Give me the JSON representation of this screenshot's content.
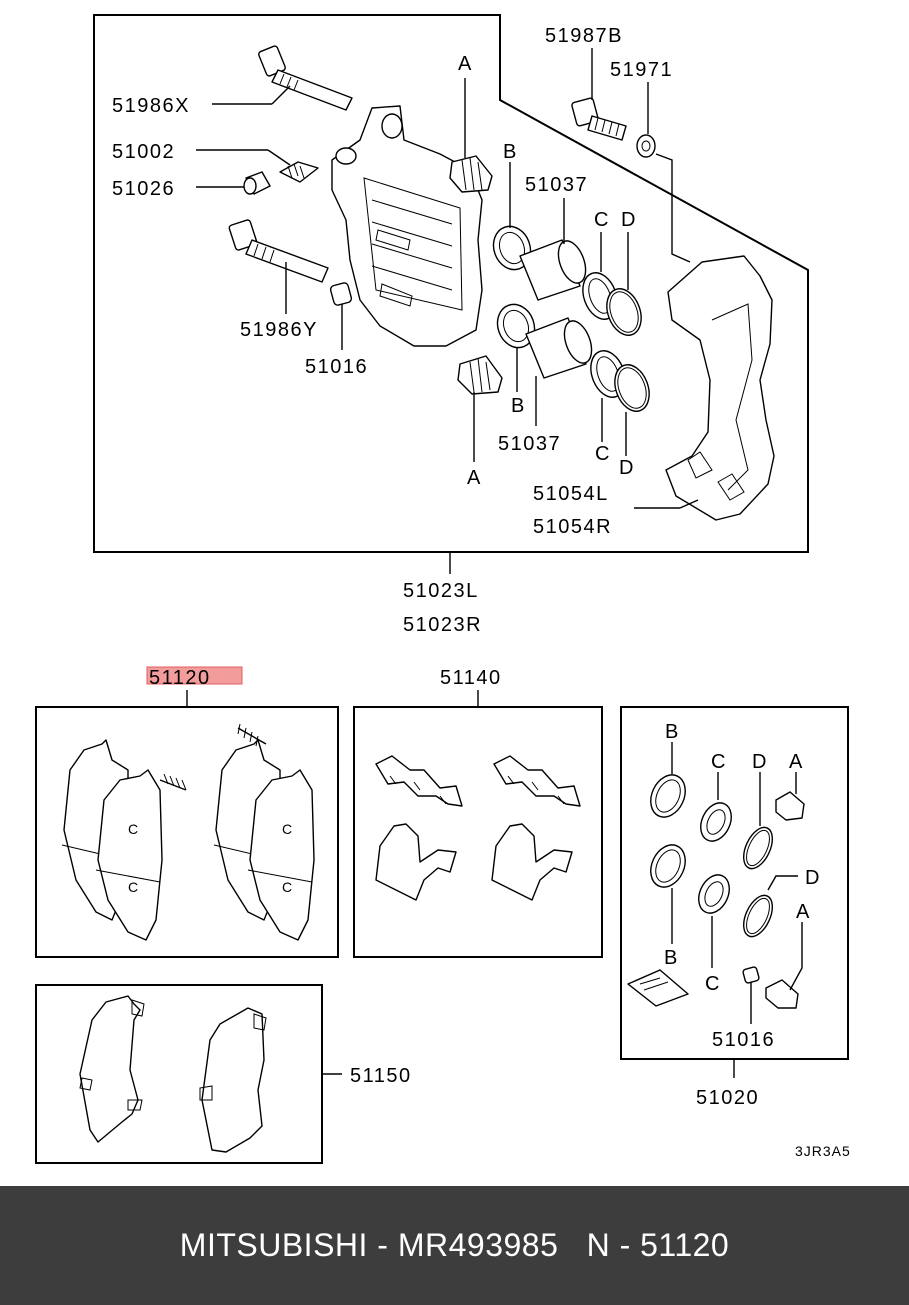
{
  "labels": {
    "l51987B": "51987B",
    "l51971": "51971",
    "l51986X": "51986X",
    "l51002": "51002",
    "l51026": "51026",
    "l51986Y": "51986Y",
    "l51016top": "51016",
    "l51037a": "51037",
    "l51037b": "51037",
    "l51054L": "51054L",
    "l51054R": "51054R",
    "l51023L": "51023L",
    "l51023R": "51023R",
    "l51120": "51120",
    "l51140": "51140",
    "l51150": "51150",
    "l51016kit": "51016",
    "l51020": "51020",
    "ref": "3JR3A5",
    "A": "A",
    "B": "B",
    "C": "C",
    "D": "D"
  },
  "colors": {
    "highlight": "#f28b8b",
    "footer_bg": "#3d3d3d",
    "footer_text": "#ffffff"
  },
  "footer": {
    "text": "MITSUBISHI - MR493985   N - 51120"
  }
}
